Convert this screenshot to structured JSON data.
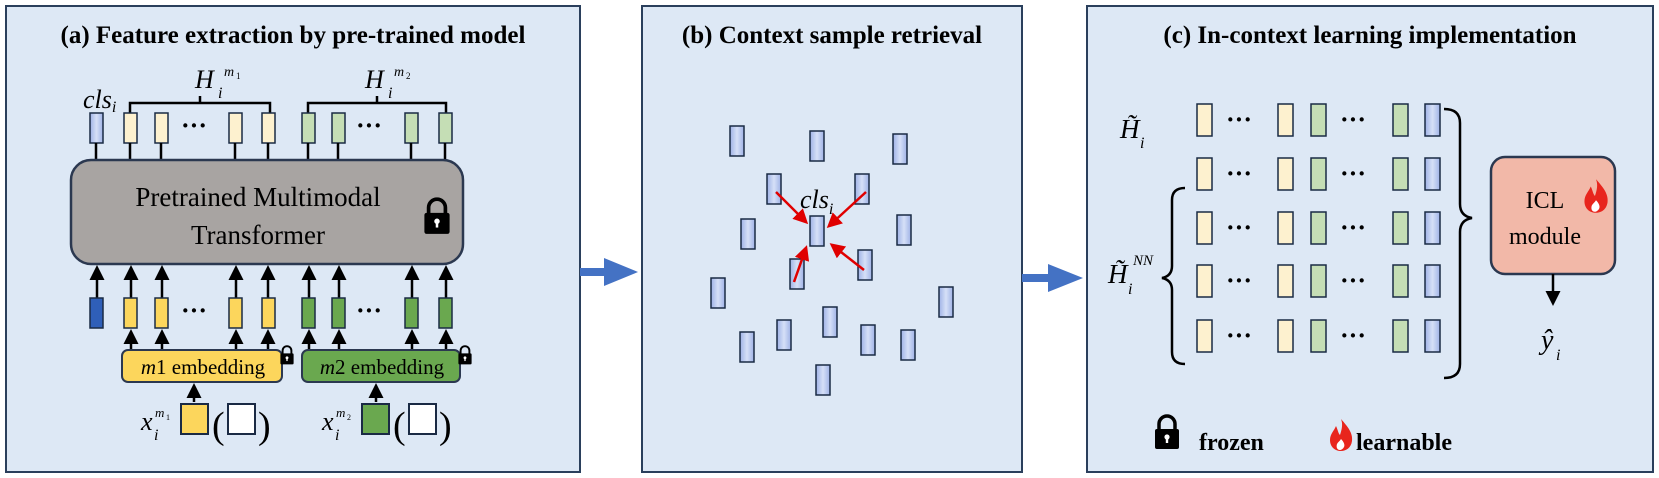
{
  "panels": {
    "a": {
      "title": "(a) Feature extraction by pre-trained model",
      "cls_label": "cls",
      "cls_sub": "i",
      "h_label": "H",
      "h_sub": "i",
      "h1_sup": "m",
      "h1_sup_sub": "1",
      "h2_sup": "m",
      "h2_sup_sub": "2",
      "transformer_line1": "Pretrained Multimodal",
      "transformer_line2": "Transformer",
      "ellipsis": "···",
      "m1_embed_italic": "m",
      "m1_embed_rest": "1 embedding",
      "m2_embed_italic": "m",
      "m2_embed_rest": "2 embedding",
      "x_label": "x",
      "x_sub": "i",
      "x1_sup": "m",
      "x1_sup_sub": "1",
      "x2_sup": "m",
      "x2_sup_sub": "2",
      "paren_open": "(",
      "paren_close": ")"
    },
    "b": {
      "title": "(b) Context sample retrieval",
      "cls_label": "cls",
      "cls_sub": "i"
    },
    "c": {
      "title": "(c) In-context learning implementation",
      "h_tilde_label": "H̃",
      "h_tilde_sub": "i",
      "h_nn_label": "H̃",
      "h_nn_sub": "i",
      "h_nn_sup": "NN",
      "ellipsis": "···",
      "icl_line1": "ICL",
      "icl_line2": "module",
      "y_label": "ŷ",
      "y_sub": "i",
      "legend_frozen": "frozen",
      "legend_learnable": "learnable"
    }
  },
  "colors": {
    "panel_bg": "#dde8f5",
    "token_blue": "#b8c8ee",
    "token_yellow": "#fdf1cf",
    "token_green": "#c5deb5",
    "embed_yellow": "#fcd65c",
    "embed_green": "#6aa84f",
    "cls_dark_blue": "#2f5fb8",
    "transformer_gray": "#a8a4a2",
    "icl_pink": "#f2b8a8",
    "arrow_blue": "#4472c4",
    "arrow_red": "#e00000",
    "flame_red": "#e8251d"
  },
  "icons": [
    "lock-icon",
    "flame-icon",
    "arrow-right-icon"
  ]
}
